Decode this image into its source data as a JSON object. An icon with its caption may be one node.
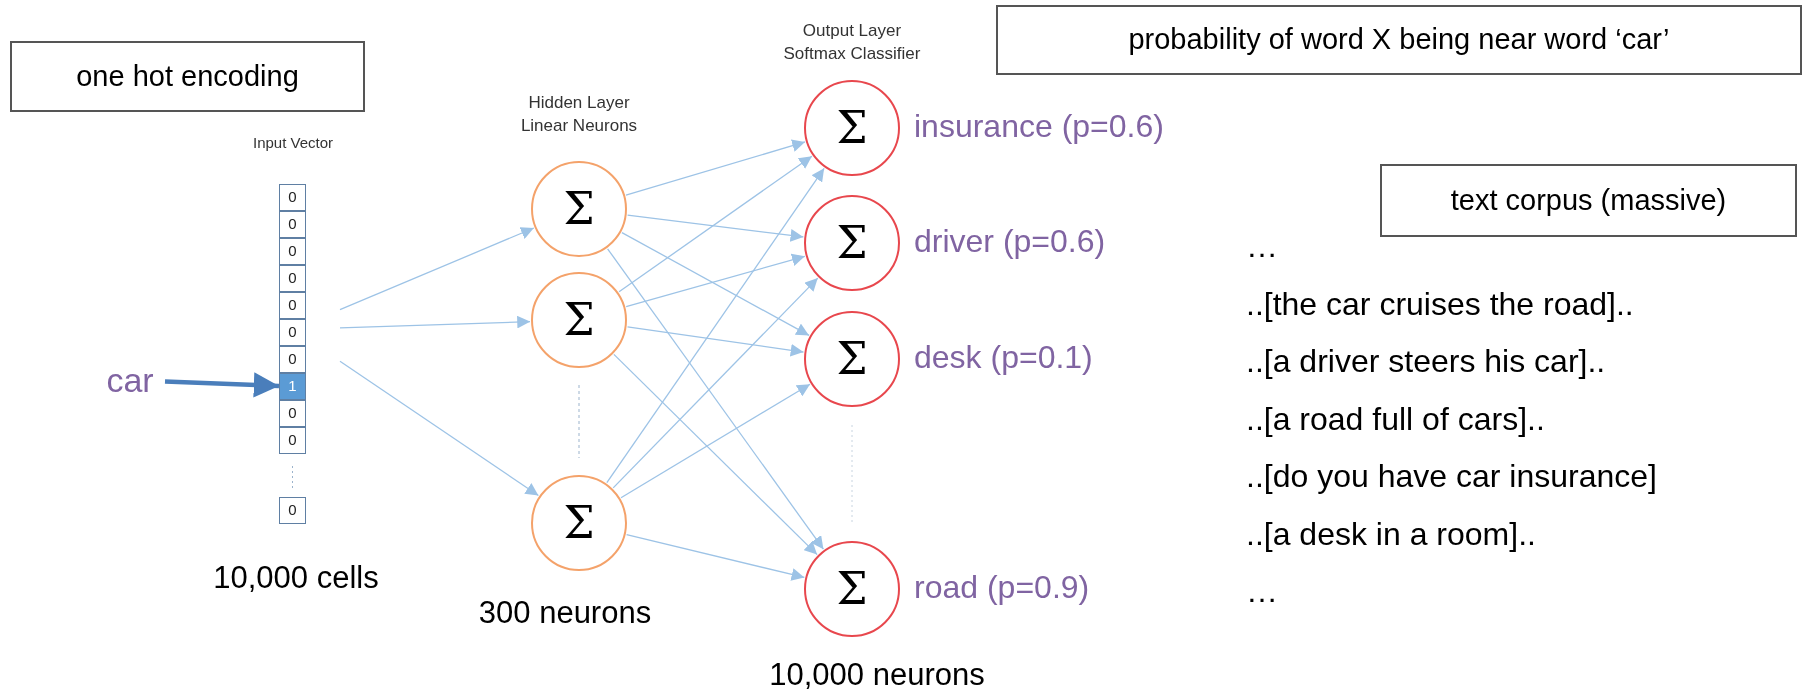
{
  "diagram": {
    "nodes": [
      {
        "text": [
          "one hot encoding"
        ]
      },
      {
        "text": [
          "probability of word X being near word ‘car’"
        ]
      },
      {
        "text": [
          "text corpus (massive)"
        ]
      },
      {
        "text": [
          "car"
        ]
      },
      {
        "text": [
          "Input Vector"
        ]
      },
      {
        "text": [
          "0"
        ],
        "in": 4
      },
      {
        "text": [
          "0"
        ],
        "in": 4
      },
      {
        "text": [
          "0"
        ],
        "in": 4
      },
      {
        "text": [
          "0"
        ],
        "in": 4
      },
      {
        "text": [
          "0"
        ],
        "in": 4
      },
      {
        "text": [
          "0"
        ],
        "in": 4
      },
      {
        "text": [
          "0"
        ],
        "in": 4
      },
      {
        "text": [
          "1"
        ],
        "in": 4
      },
      {
        "text": [
          "0"
        ],
        "in": 4
      },
      {
        "text": [
          "0"
        ],
        "in": 4
      },
      {
        "text": [
          "0"
        ],
        "in": 4
      },
      {
        "text": [
          "Σ"
        ]
      },
      {
        "text": [
          "Σ"
        ]
      },
      {
        "text": [
          "Σ"
        ]
      },
      {
        "text": [
          "Σ"
        ],
        "beside": [
          "insurance (p=0.6)"
        ]
      },
      {
        "text": [
          "Σ"
        ],
        "beside": [
          "driver (p=0.6)"
        ]
      },
      {
        "text": [
          "Σ"
        ],
        "beside": [
          "desk (p=0.1)"
        ]
      },
      {
        "text": [
          "Σ"
        ],
        "beside": [
          "road (p=0.9)"
        ]
      }
    ],
    "edges": [
      {
        "from": 3,
        "to": 12,
        "arrow": "to",
        "style": "thick",
        "color": "#4a7ebb"
      },
      {
        "from": 4,
        "to": 16,
        "arrow": "to"
      },
      {
        "from": 4,
        "to": 17,
        "arrow": "to"
      },
      {
        "from": 4,
        "to": 18,
        "arrow": "to"
      },
      {
        "from": 16,
        "to": 19,
        "arrow": "to"
      },
      {
        "from": 16,
        "to": 20,
        "arrow": "to"
      },
      {
        "from": 16,
        "to": 21,
        "arrow": "to"
      },
      {
        "from": 16,
        "to": 22,
        "arrow": "to"
      },
      {
        "from": 17,
        "to": 19,
        "arrow": "to"
      },
      {
        "from": 17,
        "to": 20,
        "arrow": "to"
      },
      {
        "from": 17,
        "to": 21,
        "arrow": "to"
      },
      {
        "from": 17,
        "to": 22,
        "arrow": "to"
      },
      {
        "from": 18,
        "to": 19,
        "arrow": "to"
      },
      {
        "from": 18,
        "to": 20,
        "arrow": "to"
      },
      {
        "from": 18,
        "to": 21,
        "arrow": "to"
      },
      {
        "from": 18,
        "to": 22,
        "arrow": "to"
      }
    ],
    "labels": [
      "Hidden Layer Linear Neurons",
      "Output Layer Softmax Classifier",
      "10,000 cells",
      "300 neurons",
      "10,000 neurons",
      "…",
      "..[the car cruises the road]..",
      "..[a driver steers his car]..",
      "..[a road full of cars]..",
      "..[do you have car insurance]",
      "..[a desk in a room]..",
      "…"
    ]
  }
}
